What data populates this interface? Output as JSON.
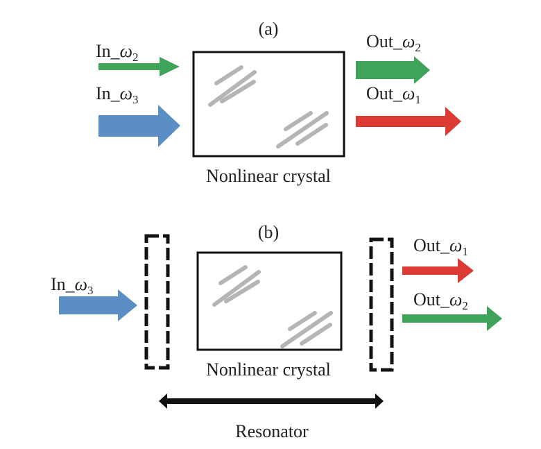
{
  "panel_a": {
    "label": "(a)",
    "crystal_label": "Nonlinear crystal",
    "inputs": [
      {
        "prefix": "In_",
        "symbol": "ω",
        "subscript": "2",
        "color": "#3fa35a"
      },
      {
        "prefix": "In_",
        "symbol": "ω",
        "subscript": "3",
        "color": "#5b8ec4"
      }
    ],
    "outputs": [
      {
        "prefix": "Out_",
        "symbol": "ω",
        "subscript": "2",
        "color": "#3fa35a"
      },
      {
        "prefix": "Out_",
        "symbol": "ω",
        "subscript": "1",
        "color": "#dc3b33"
      }
    ]
  },
  "panel_b": {
    "label": "(b)",
    "crystal_label": "Nonlinear crystal",
    "resonator_label": "Resonator",
    "inputs": [
      {
        "prefix": "In_",
        "symbol": "ω",
        "subscript": "3",
        "color": "#5b8ec4"
      }
    ],
    "outputs": [
      {
        "prefix": "Out_",
        "symbol": "ω",
        "subscript": "1",
        "color": "#dc3b33"
      },
      {
        "prefix": "Out_",
        "symbol": "ω",
        "subscript": "2",
        "color": "#3fa35a"
      }
    ]
  },
  "colors": {
    "outline": "#111111",
    "crystal_stripe": "#b5b5b5"
  }
}
